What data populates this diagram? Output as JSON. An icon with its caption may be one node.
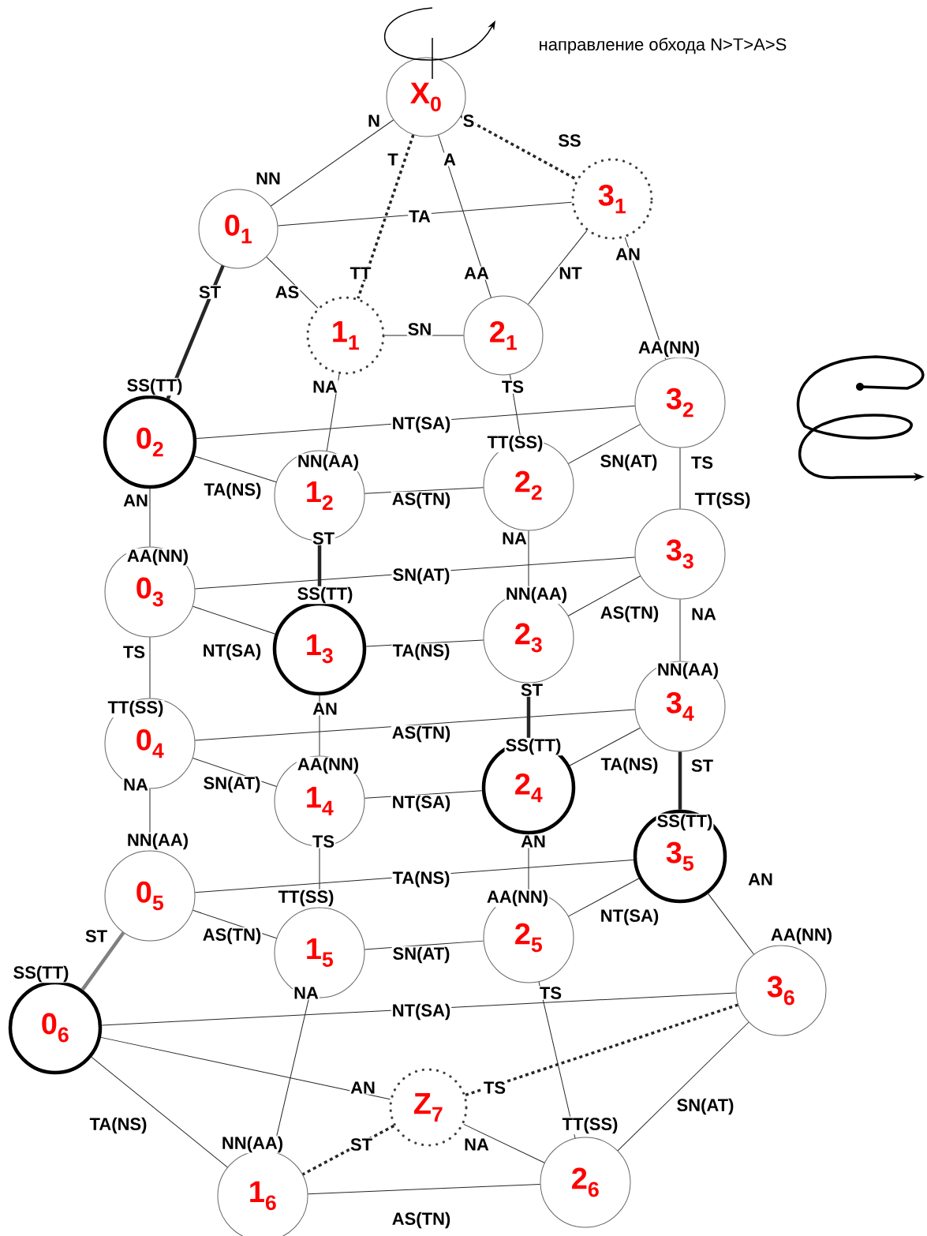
{
  "diagram": {
    "nodes": [
      {
        "text": [
          "X$_{0}$"
        ]
      },
      {
        "text": [
          "0$_{1}$"
        ]
      },
      {
        "text": [
          "3$_{1}$"
        ]
      },
      {
        "text": [
          "1$_{1}$"
        ]
      },
      {
        "text": [
          "2$_{1}$"
        ]
      },
      {
        "text": [
          "3$_{2}$"
        ]
      },
      {
        "text": [
          "0$_{2}$"
        ]
      },
      {
        "text": [
          "1$_{2}$"
        ]
      },
      {
        "text": [
          "2$_{2}$"
        ]
      },
      {
        "text": [
          "3$_{3}$"
        ]
      },
      {
        "text": [
          "0$_{3}$"
        ]
      },
      {
        "text": [
          "1$_{3}$"
        ]
      },
      {
        "text": [
          "2$_{3}$"
        ]
      },
      {
        "text": [
          "3$_{4}$"
        ]
      },
      {
        "text": [
          "0$_{4}$"
        ]
      },
      {
        "text": [
          "1$_{4}$"
        ]
      },
      {
        "text": [
          "2$_{4}$"
        ]
      },
      {
        "text": [
          "3$_{5}$"
        ]
      },
      {
        "text": [
          "0$_{5}$"
        ]
      },
      {
        "text": [
          "1$_{5}$"
        ]
      },
      {
        "text": [
          "2$_{5}$"
        ]
      },
      {
        "text": [
          "3$_{6}$"
        ]
      },
      {
        "text": [
          "0$_{6}$"
        ]
      },
      {
        "text": [
          "Z$_{7}$"
        ]
      },
      {
        "text": [
          "2$_{6}$"
        ]
      },
      {
        "text": [
          "1$_{6}$"
        ]
      }
    ],
    "edges": [
      {
        "from": 0,
        "to": 1,
        "arrow": "none"
      },
      {
        "from": 0,
        "to": 3,
        "arrow": "none",
        "style": "dashed"
      },
      {
        "from": 0,
        "to": 4,
        "arrow": "none"
      },
      {
        "from": 0,
        "to": 2,
        "arrow": "none",
        "style": "dashed"
      },
      {
        "from": 1,
        "to": 2,
        "arrow": "none",
        "label": "TA"
      },
      {
        "from": 1,
        "to": 3,
        "arrow": "none",
        "label": "AS"
      },
      {
        "from": 1,
        "to": 6,
        "arrow": "none",
        "style": "thick"
      },
      {
        "from": 3,
        "to": 4,
        "arrow": "none",
        "label": "SN"
      },
      {
        "from": 3,
        "to": 7,
        "arrow": "none"
      },
      {
        "from": 4,
        "to": 2,
        "arrow": "none",
        "label": "NT"
      },
      {
        "from": 2,
        "to": 5,
        "arrow": "none"
      },
      {
        "from": 4,
        "to": 8,
        "arrow": "none"
      },
      {
        "from": 6,
        "to": 5,
        "arrow": "none",
        "label": "NT(SA)"
      },
      {
        "from": 6,
        "to": 7,
        "arrow": "none",
        "label": "TA(NS)"
      },
      {
        "from": 6,
        "to": 10,
        "arrow": "none"
      },
      {
        "from": 7,
        "to": 8,
        "arrow": "none",
        "label": "AS(TN)"
      },
      {
        "from": 8,
        "to": 5,
        "arrow": "none",
        "label": "SN(AT)"
      },
      {
        "from": 5,
        "to": 9,
        "arrow": "none"
      },
      {
        "from": 7,
        "to": 11,
        "arrow": "none",
        "style": "thick"
      },
      {
        "from": 8,
        "to": 12,
        "arrow": "none"
      },
      {
        "from": 10,
        "to": 9,
        "arrow": "none",
        "label": "SN(AT)"
      },
      {
        "from": 10,
        "to": 11,
        "arrow": "none",
        "label": "NT(SA)"
      },
      {
        "from": 10,
        "to": 14,
        "arrow": "none"
      },
      {
        "from": 11,
        "to": 12,
        "arrow": "none",
        "label": "TA(NS)"
      },
      {
        "from": 12,
        "to": 9,
        "arrow": "none",
        "label": "AS(TN)"
      },
      {
        "from": 9,
        "to": 13,
        "arrow": "none"
      },
      {
        "from": 11,
        "to": 15,
        "arrow": "none"
      },
      {
        "from": 12,
        "to": 16,
        "arrow": "none",
        "style": "thick"
      },
      {
        "from": 14,
        "to": 13,
        "arrow": "none",
        "label": "AS(TN)"
      },
      {
        "from": 14,
        "to": 15,
        "arrow": "none",
        "label": "SN(AT)"
      },
      {
        "from": 14,
        "to": 18,
        "arrow": "none"
      },
      {
        "from": 15,
        "to": 16,
        "arrow": "none",
        "label": "NT(SA)"
      },
      {
        "from": 16,
        "to": 13,
        "arrow": "none",
        "label": "TA(NS)"
      },
      {
        "from": 13,
        "to": 17,
        "arrow": "none",
        "style": "thick"
      },
      {
        "from": 15,
        "to": 19,
        "arrow": "none"
      },
      {
        "from": 16,
        "to": 20,
        "arrow": "none"
      },
      {
        "from": 18,
        "to": 17,
        "arrow": "none",
        "label": "TA(NS)"
      },
      {
        "from": 17,
        "to": 21,
        "arrow": "none"
      },
      {
        "from": 18,
        "to": 19,
        "arrow": "none",
        "label": "AS(TN)"
      },
      {
        "from": 19,
        "to": 20,
        "arrow": "none",
        "label": "SN(AT)"
      },
      {
        "from": 20,
        "to": 17,
        "arrow": "none",
        "label": "NT(SA)"
      },
      {
        "from": 18,
        "to": 22,
        "arrow": "none",
        "style": "thick",
        "color": "#808080"
      },
      {
        "from": 22,
        "to": 21,
        "arrow": "none",
        "label": "NT(SA)"
      },
      {
        "from": 19,
        "to": 25,
        "arrow": "none"
      },
      {
        "from": 20,
        "to": 24,
        "arrow": "none"
      },
      {
        "from": 22,
        "to": 23,
        "arrow": "none",
        "label": "AN"
      },
      {
        "from": 23,
        "to": 21,
        "arrow": "none",
        "label": "TS",
        "style": "dashed"
      },
      {
        "from": 23,
        "to": 25,
        "arrow": "none",
        "label": "ST",
        "style": "dashed"
      },
      {
        "from": 23,
        "to": 24,
        "arrow": "none",
        "label": "NA"
      },
      {
        "from": 22,
        "to": 25,
        "arrow": "none",
        "label": "TA(NS)"
      },
      {
        "from": 25,
        "to": 24,
        "arrow": "none",
        "label": "AS(TN)"
      },
      {
        "from": 24,
        "to": 21,
        "arrow": "none",
        "label": "SN(AT)"
      }
    ],
    "labels": [
      "направление обхода N>T>A>S",
      "N",
      "NN",
      "T",
      "TT",
      "A",
      "AA",
      "S",
      "SS",
      "ST",
      "SS(TT)",
      "NA",
      "NN(AA)",
      "AN",
      "AA(NN)",
      "TS",
      "TT(SS)",
      "AN",
      "AA(NN)",
      "TS",
      "TT(SS)",
      "ST",
      "SS(TT)",
      "NA",
      "NN(AA)",
      "TS",
      "TT(SS)",
      "NA",
      "NN(AA)",
      "AN",
      "AA(NN)",
      "ST",
      "SS(TT)",
      "NA",
      "NN(AA)",
      "ST",
      "SS(TT)",
      "TS",
      "TT(SS)",
      "AN",
      "AA(NN)",
      "AN",
      "AA(NN)",
      "ST",
      "SS(TT)",
      "NA",
      "NN(AA)",
      "TS",
      "TT(SS)"
    ]
  }
}
